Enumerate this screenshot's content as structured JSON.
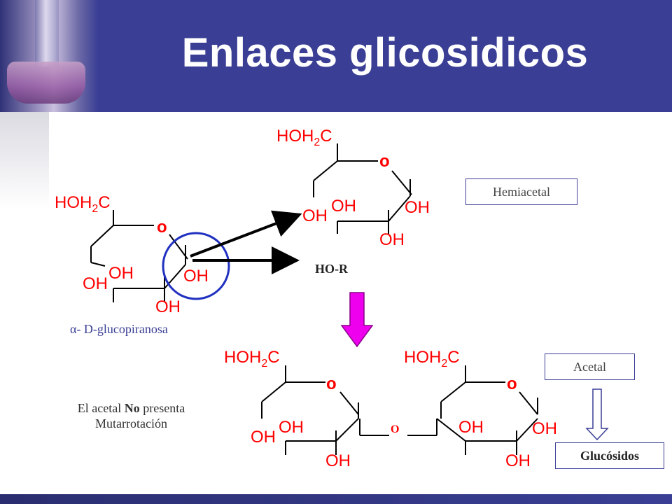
{
  "slide": {
    "title": "Enlaces glicosidicos"
  },
  "labels": {
    "hemiacetal": "Hemiacetal",
    "acetal": "Acetal",
    "glucosidos": "Glucósidos",
    "alpha_glucose": "α- D-glucopiranosa",
    "reagent": "HO-R",
    "note_line1": "El acetal No presenta",
    "note_line2": "Mutarrotación",
    "note_bold_word": "No"
  },
  "chem": {
    "hoh2c": "HOH",
    "subscript": "2",
    "carbon": "C",
    "ring_o": "o",
    "oh": "OH",
    "bridge_o": "O"
  },
  "colors": {
    "header": "#3a3f95",
    "structure": "#ff0000",
    "arrow_down": "#ee00ee",
    "circle": "#2030c0"
  }
}
